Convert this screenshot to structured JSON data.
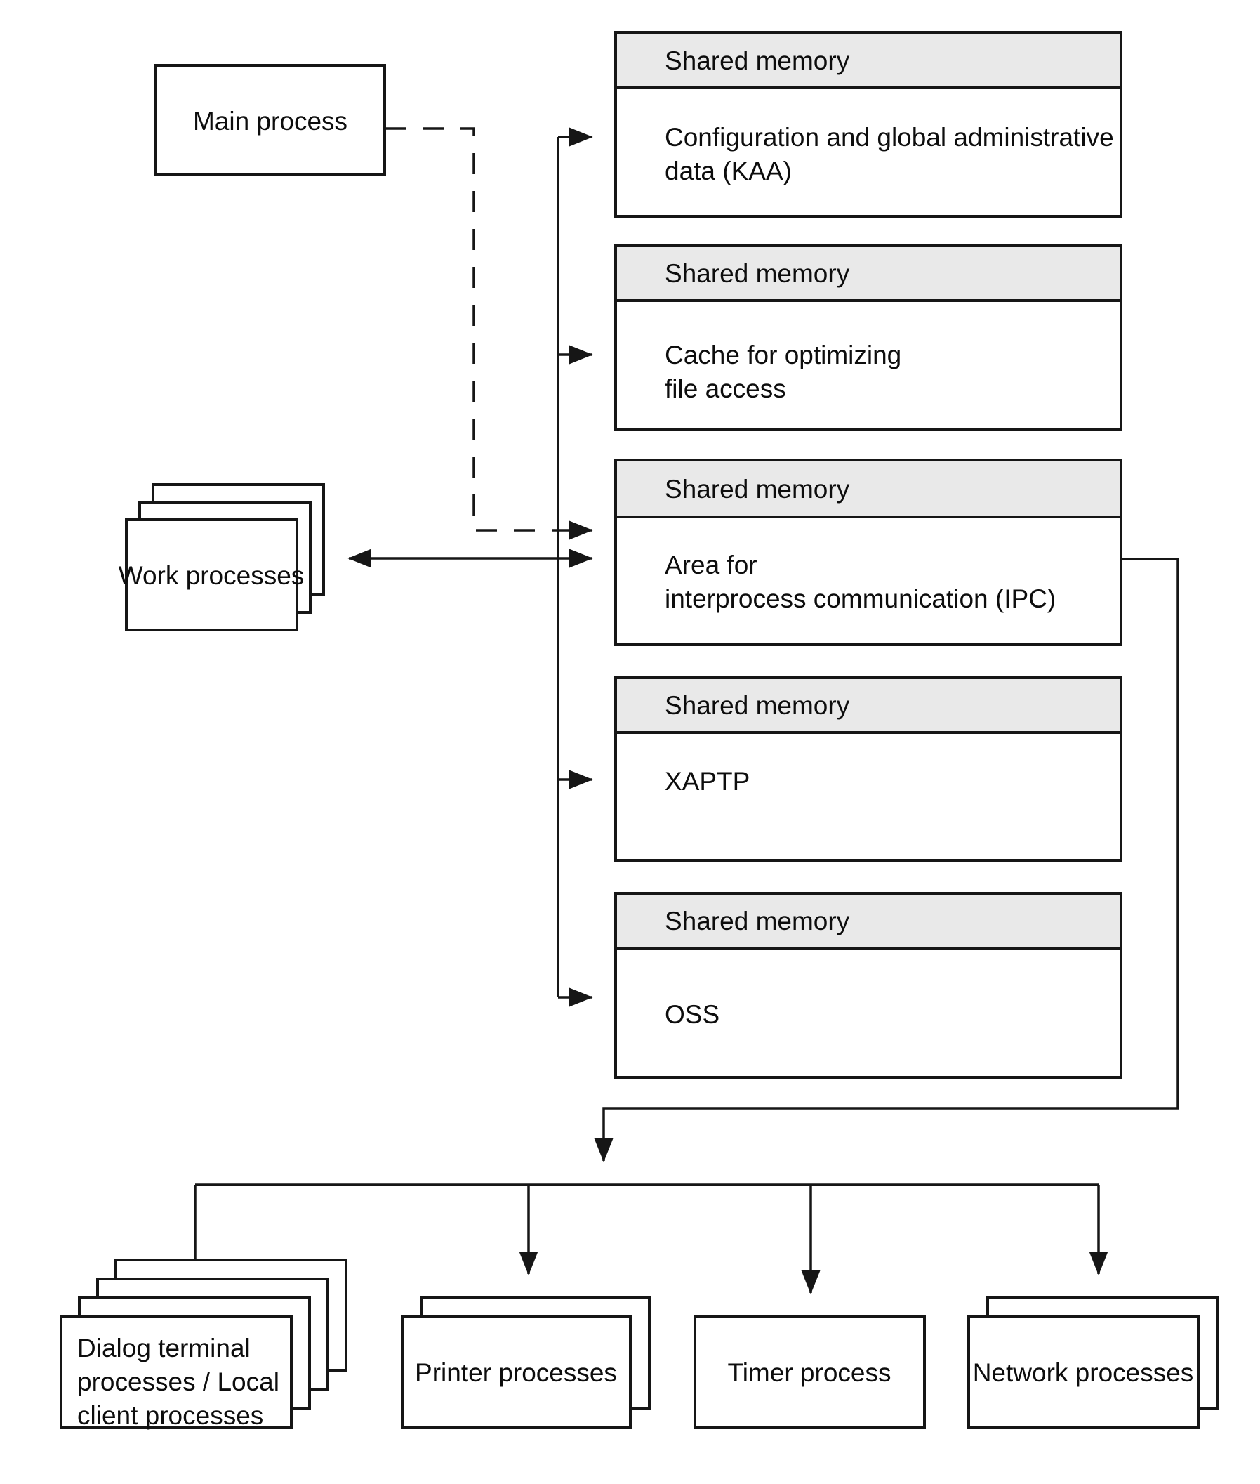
{
  "diagram": {
    "title_hint": "Process and shared memory architecture diagram",
    "colors": {
      "background": "#ffffff",
      "line_color": "#161616",
      "header_fill": "#e9e9e9",
      "text_color": "#0d0d0d"
    },
    "main_process": {
      "label": "Main process"
    },
    "work_processes": {
      "label": "Work processes",
      "stack_count": 3
    },
    "shared_memory_boxes": [
      {
        "name": "kaa",
        "header": "Shared memory",
        "body_lines": [
          "Configuration and global administrative",
          "data (KAA)"
        ]
      },
      {
        "name": "cache",
        "header": "Shared memory",
        "body_lines": [
          "Cache for optimizing",
          "file access"
        ]
      },
      {
        "name": "ipc",
        "header": "Shared memory",
        "body_lines": [
          "Area for",
          "interprocess communication (IPC)"
        ]
      },
      {
        "name": "xaptp",
        "header": "Shared memory",
        "body_lines": [
          "XAPTP"
        ]
      },
      {
        "name": "oss",
        "header": "Shared memory",
        "body_lines": [
          "OSS"
        ]
      }
    ],
    "bottom_processes": [
      {
        "name": "dialog",
        "stack_count": 4,
        "lines": [
          "Dialog terminal",
          "processes / Local",
          "client processes"
        ]
      },
      {
        "name": "printer",
        "stack_count": 2,
        "lines": [
          "Printer processes"
        ]
      },
      {
        "name": "timer",
        "stack_count": 1,
        "lines": [
          "Timer process"
        ]
      },
      {
        "name": "network",
        "stack_count": 2,
        "lines": [
          "Network processes"
        ]
      }
    ]
  }
}
